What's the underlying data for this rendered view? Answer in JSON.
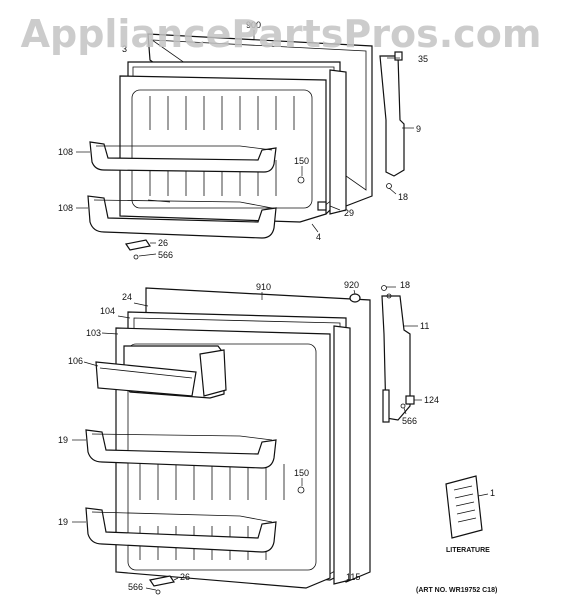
{
  "watermark": "AppliancePartsPros.com",
  "callouts": {
    "top": {
      "c900": "900",
      "c35": "35",
      "c9": "9",
      "c108a": "108",
      "c108b": "108",
      "c150": "150",
      "c29": "29",
      "c18": "18",
      "c4": "4",
      "c26": "26",
      "c566": "566",
      "c3": "3"
    },
    "bottom": {
      "c910": "910",
      "c920": "920",
      "c18": "18",
      "c24": "24",
      "c104": "104",
      "c103": "103",
      "c106": "106",
      "c11": "11",
      "c124": "124",
      "c566b": "566",
      "c19a": "19",
      "c19b": "19",
      "c150": "150",
      "c1": "1",
      "c115": "115",
      "c566": "566",
      "c26": "26"
    }
  },
  "literature_label": "LITERATURE",
  "art_number": "(ART NO. WR19752 C18)"
}
